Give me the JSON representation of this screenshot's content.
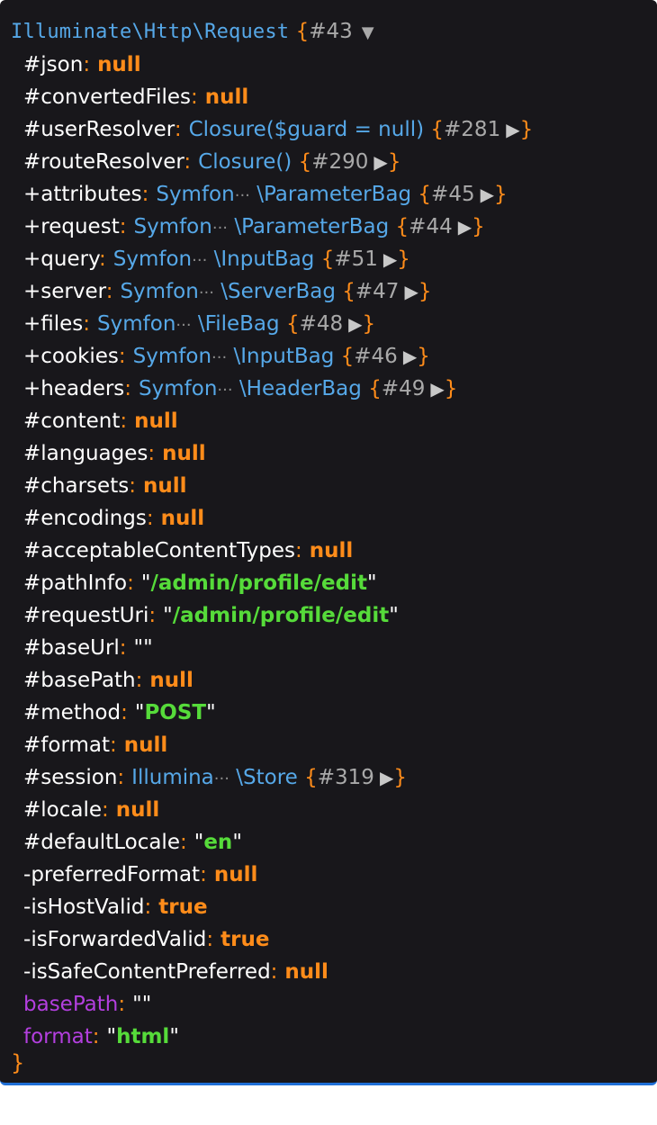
{
  "header": {
    "class_name": "Illuminate\\Http\\Request",
    "open_brace": "{",
    "ref": "#43",
    "caret": "▼"
  },
  "rows": [
    {
      "vis": "#",
      "key": "json",
      "type": "null",
      "value": "null"
    },
    {
      "vis": "#",
      "key": "convertedFiles",
      "type": "null",
      "value": "null"
    },
    {
      "vis": "#",
      "key": "userResolver",
      "type": "obj",
      "class_head": "Closure($guard = null)",
      "ellipsis": "",
      "class_tail": "",
      "ref": "#281"
    },
    {
      "vis": "#",
      "key": "routeResolver",
      "type": "obj",
      "class_head": "Closure()",
      "ellipsis": "",
      "class_tail": "",
      "ref": "#290"
    },
    {
      "vis": "+",
      "key": "attributes",
      "type": "obj",
      "class_head": "Symfon",
      "ellipsis": "···",
      "class_tail": " \\ParameterBag",
      "ref": "#45"
    },
    {
      "vis": "+",
      "key": "request",
      "type": "obj",
      "class_head": "Symfon",
      "ellipsis": "···",
      "class_tail": " \\ParameterBag",
      "ref": "#44"
    },
    {
      "vis": "+",
      "key": "query",
      "type": "obj",
      "class_head": "Symfon",
      "ellipsis": "···",
      "class_tail": " \\InputBag",
      "ref": "#51"
    },
    {
      "vis": "+",
      "key": "server",
      "type": "obj",
      "class_head": "Symfon",
      "ellipsis": "···",
      "class_tail": " \\ServerBag",
      "ref": "#47"
    },
    {
      "vis": "+",
      "key": "files",
      "type": "obj",
      "class_head": "Symfon",
      "ellipsis": "···",
      "class_tail": " \\FileBag",
      "ref": "#48"
    },
    {
      "vis": "+",
      "key": "cookies",
      "type": "obj",
      "class_head": "Symfon",
      "ellipsis": "···",
      "class_tail": " \\InputBag",
      "ref": "#46"
    },
    {
      "vis": "+",
      "key": "headers",
      "type": "obj",
      "class_head": "Symfon",
      "ellipsis": "···",
      "class_tail": " \\HeaderBag",
      "ref": "#49"
    },
    {
      "vis": "#",
      "key": "content",
      "type": "null",
      "value": "null"
    },
    {
      "vis": "#",
      "key": "languages",
      "type": "null",
      "value": "null"
    },
    {
      "vis": "#",
      "key": "charsets",
      "type": "null",
      "value": "null"
    },
    {
      "vis": "#",
      "key": "encodings",
      "type": "null",
      "value": "null"
    },
    {
      "vis": "#",
      "key": "acceptableContentTypes",
      "type": "null",
      "value": "null"
    },
    {
      "vis": "#",
      "key": "pathInfo",
      "type": "str",
      "value": "/admin/profile/edit"
    },
    {
      "vis": "#",
      "key": "requestUri",
      "type": "str",
      "value": "/admin/profile/edit"
    },
    {
      "vis": "#",
      "key": "baseUrl",
      "type": "str",
      "value": ""
    },
    {
      "vis": "#",
      "key": "basePath",
      "type": "null",
      "value": "null"
    },
    {
      "vis": "#",
      "key": "method",
      "type": "str",
      "value": "POST"
    },
    {
      "vis": "#",
      "key": "format",
      "type": "null",
      "value": "null"
    },
    {
      "vis": "#",
      "key": "session",
      "type": "obj",
      "class_head": "Illumina",
      "ellipsis": "···",
      "class_tail": " \\Store",
      "ref": "#319"
    },
    {
      "vis": "#",
      "key": "locale",
      "type": "null",
      "value": "null"
    },
    {
      "vis": "#",
      "key": "defaultLocale",
      "type": "str",
      "value": "en"
    },
    {
      "vis": "-",
      "key": "preferredFormat",
      "type": "null",
      "value": "null"
    },
    {
      "vis": "-",
      "key": "isHostValid",
      "type": "bool",
      "value": "true"
    },
    {
      "vis": "-",
      "key": "isForwardedValid",
      "type": "bool",
      "value": "true"
    },
    {
      "vis": "-",
      "key": "isSafeContentPreferred",
      "type": "null",
      "value": "null"
    },
    {
      "vis": "",
      "key": "basePath",
      "meta": true,
      "type": "str",
      "value": ""
    },
    {
      "vis": "",
      "key": "format",
      "meta": true,
      "type": "str",
      "value": "html"
    }
  ],
  "footer": {
    "close_brace": "}"
  },
  "colors": {
    "background": "#18171b",
    "accent_border": "#1f6fd6",
    "class": "#56a8e8",
    "null_bool": "#ff8c1a",
    "string": "#56db3a",
    "meta_key": "#b33fdf"
  },
  "icons": {
    "collapse": "caret-down-icon",
    "expand": "triangle-right-icon"
  }
}
